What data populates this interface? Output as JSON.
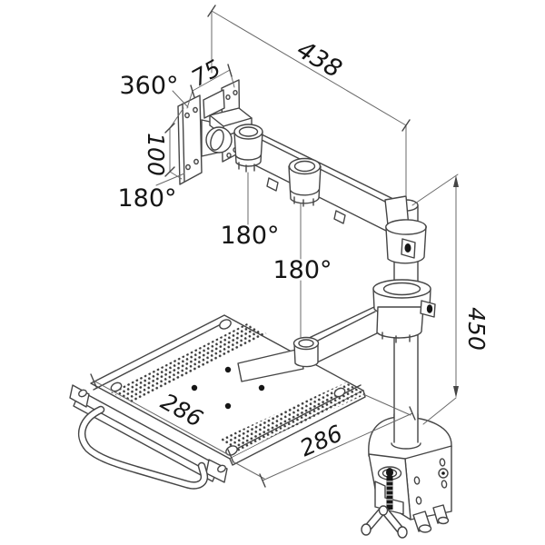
{
  "drawing": {
    "type": "technical-dimension-diagram",
    "subject": "desk-mounted monitor arm with laptop tray and clamp",
    "dimensions": {
      "arm_reach": "438",
      "vesa_width": "75",
      "vesa_height": "100",
      "pole_height": "450",
      "tray_depth": "286",
      "tray_width": "286"
    },
    "rotations": {
      "vesa_swivel": "360°",
      "vesa_tilt": "180°",
      "arm_joint": "180°",
      "tray_joint": "180°"
    },
    "colors": {
      "line": "#454545",
      "dimension_line": "#6a6a6a",
      "text": "#151515",
      "background": "#ffffff"
    }
  }
}
